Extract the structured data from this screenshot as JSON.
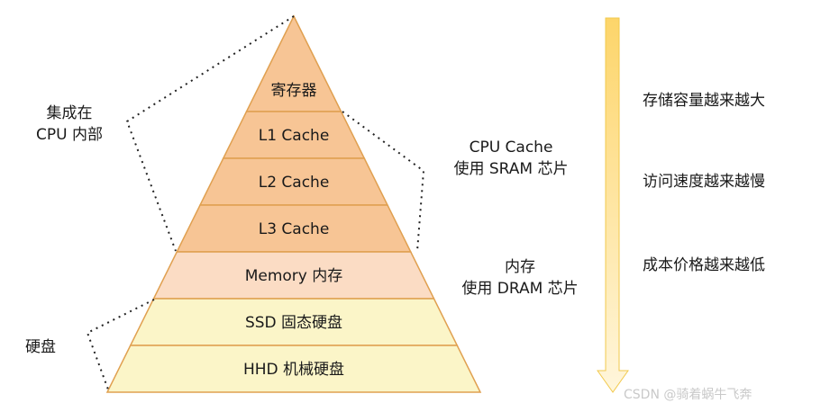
{
  "pyramid": {
    "levels": [
      {
        "label": "寄存器",
        "color": "#f7c595"
      },
      {
        "label": "L1 Cache",
        "color": "#f7c595"
      },
      {
        "label": "L2 Cache",
        "color": "#f7c595"
      },
      {
        "label": "L3 Cache",
        "color": "#f7c595"
      },
      {
        "label": "Memory 内存",
        "color": "#fbdcc4"
      },
      {
        "label": "SSD 固态硬盘",
        "color": "#fbf5c8"
      },
      {
        "label": "HHD 机械硬盘",
        "color": "#fbf5c8"
      }
    ],
    "stroke_color": "#e0a050"
  },
  "annotations": {
    "cpu_internal": {
      "line1": "集成在",
      "line2": "CPU 内部"
    },
    "cpu_cache": {
      "line1": "CPU Cache",
      "line2": "使用 SRAM 芯片"
    },
    "memory": {
      "line1": "内存",
      "line2": "使用 DRAM 芯片"
    },
    "disk": {
      "line1": "硬盘"
    }
  },
  "arrow": {
    "color_top": "#fdd56a",
    "color_bottom": "#fff6dc",
    "labels": [
      "存储容量越来越大",
      "访问速度越来越慢",
      "成本价格越来越低"
    ]
  },
  "watermark": "CSDN @骑着蜗牛飞奔"
}
